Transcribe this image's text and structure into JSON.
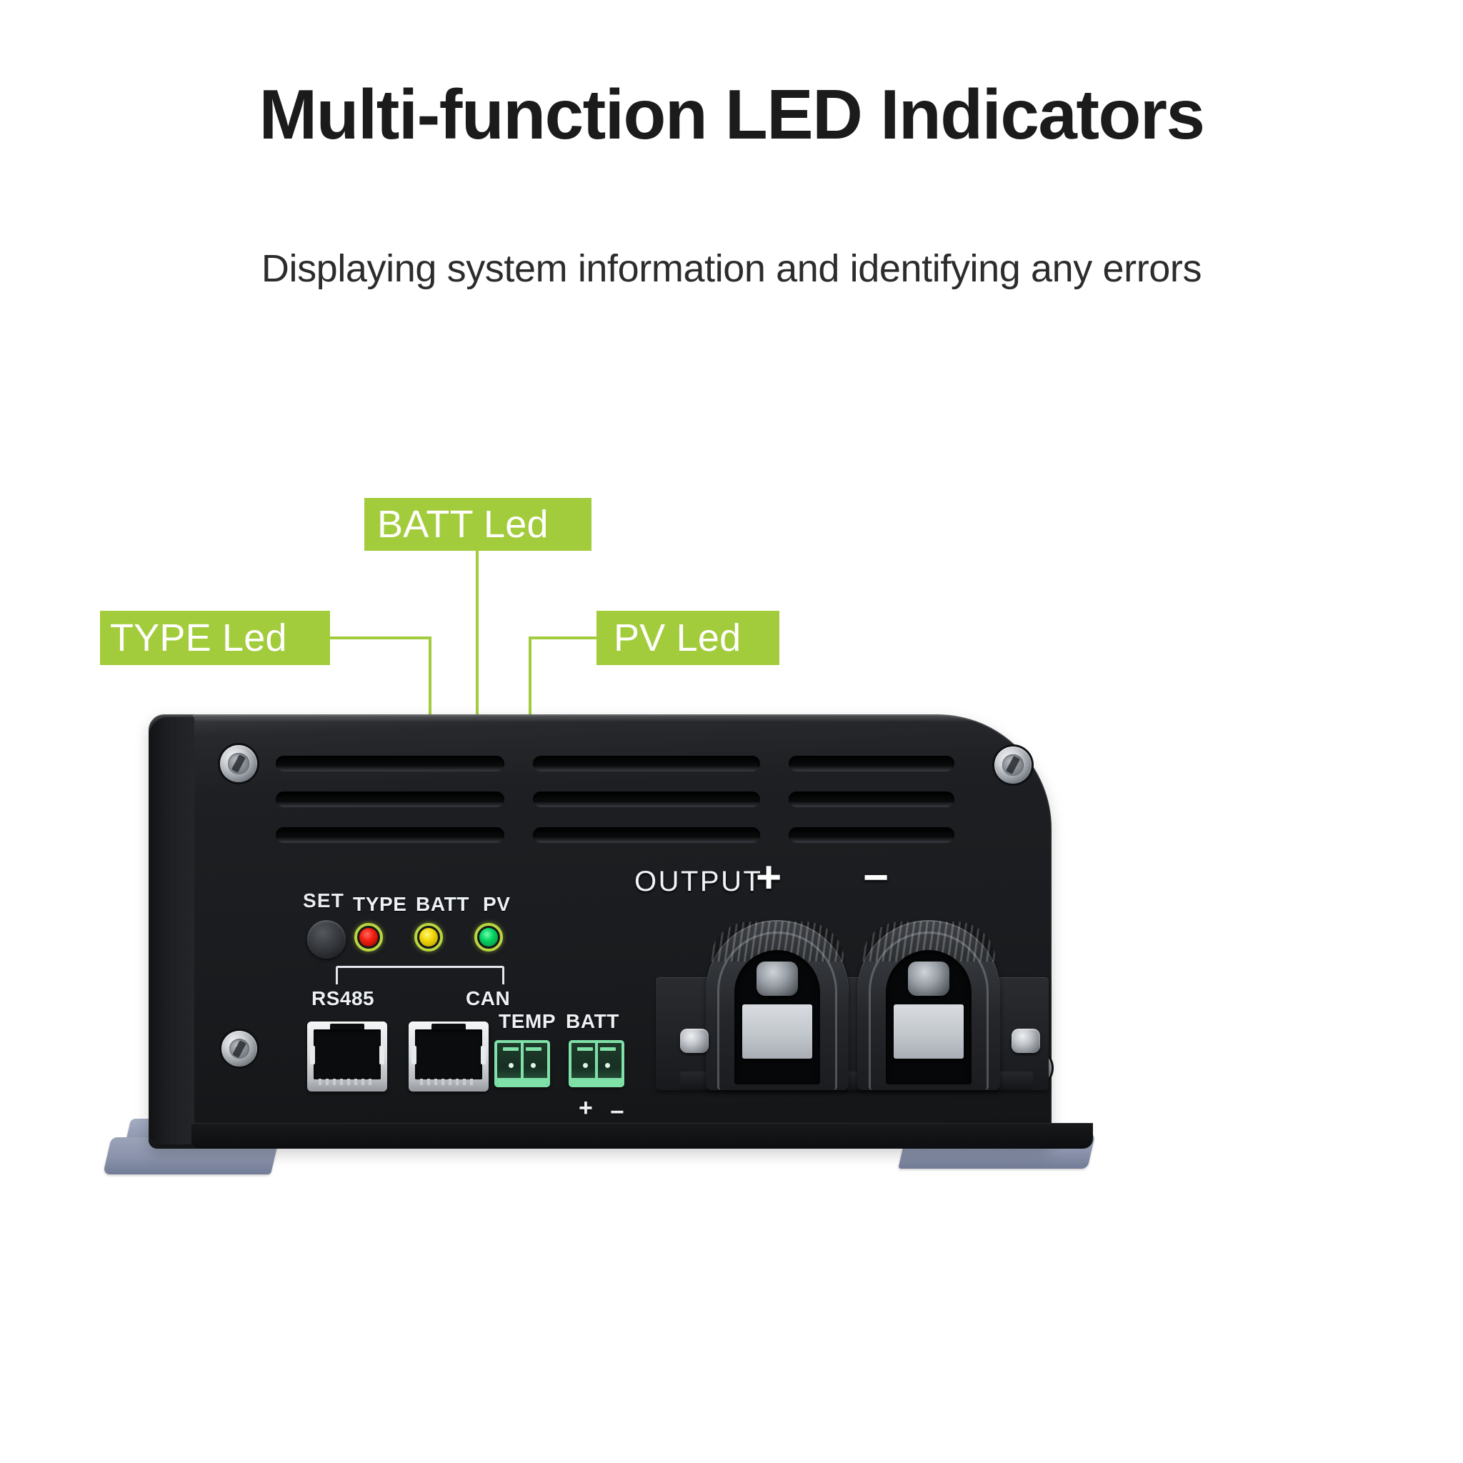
{
  "header": {
    "title": "Multi-function LED Indicators",
    "subtitle": "Displaying system information and identifying any errors"
  },
  "accent_colors": {
    "callout_green": "#a3cc3c",
    "callout_text": "#ffffff",
    "title_text": "#1b1b1b",
    "subtitle_text": "#2c2c2c",
    "background": "#ffffff",
    "device_body": "#191b1e",
    "mount_bracket": "#8a93ab",
    "led_ring": "#b9d63f",
    "terminal_green": "#7fe0a8"
  },
  "callouts": [
    {
      "id": "type",
      "label": "TYPE Led",
      "target": "TYPE LED indicator"
    },
    {
      "id": "batt",
      "label": "BATT Led",
      "target": "BATT LED indicator"
    },
    {
      "id": "pv",
      "label": "PV Led",
      "target": "PV LED indicator"
    }
  ],
  "device": {
    "controls": {
      "set_label": "SET"
    },
    "leds": [
      {
        "name": "TYPE",
        "label": "TYPE",
        "color": "#f42112",
        "color_name": "red"
      },
      {
        "name": "BATT",
        "label": "BATT",
        "color": "#f1d80a",
        "color_name": "yellow"
      },
      {
        "name": "PV",
        "label": "PV",
        "color": "#08d463",
        "color_name": "green"
      }
    ],
    "comm_ports": [
      {
        "label": "RS485",
        "type": "RJ45"
      },
      {
        "label": "CAN",
        "type": "RJ45"
      }
    ],
    "terminal_blocks": [
      {
        "label": "TEMP",
        "pins": 2,
        "polarity": []
      },
      {
        "label": "BATT",
        "pins": 2,
        "polarity": [
          "+",
          "−"
        ]
      }
    ],
    "output": {
      "label": "OUTPUT",
      "positive": "+",
      "negative": "−"
    }
  }
}
